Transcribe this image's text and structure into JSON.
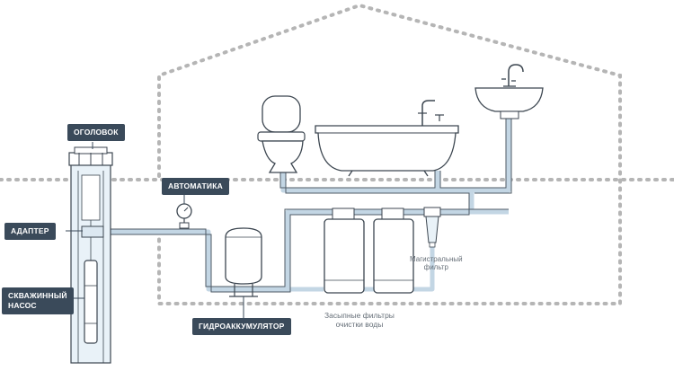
{
  "labels": {
    "head": "ОГОЛОВОК",
    "automation": "АВТОМАТИКА",
    "adapter": "АДАПТЕР",
    "pump_line1": "СКВАЖИННЫЙ",
    "pump_line2": "НАСОС",
    "accumulator": "ГИДРОАККУМУЛЯТОР",
    "main_filter_line1": "Магистральный",
    "main_filter_line2": "фильтр",
    "media_filters_line1": "Засыпные фильтры",
    "media_filters_line2": "очистки воды"
  },
  "colors": {
    "tag_bg": "#3a4a5a",
    "pipe": "#c3d6e4",
    "outline": "#3c4650",
    "dotted": "#b5b5b5",
    "water": "#e9f2f8"
  }
}
